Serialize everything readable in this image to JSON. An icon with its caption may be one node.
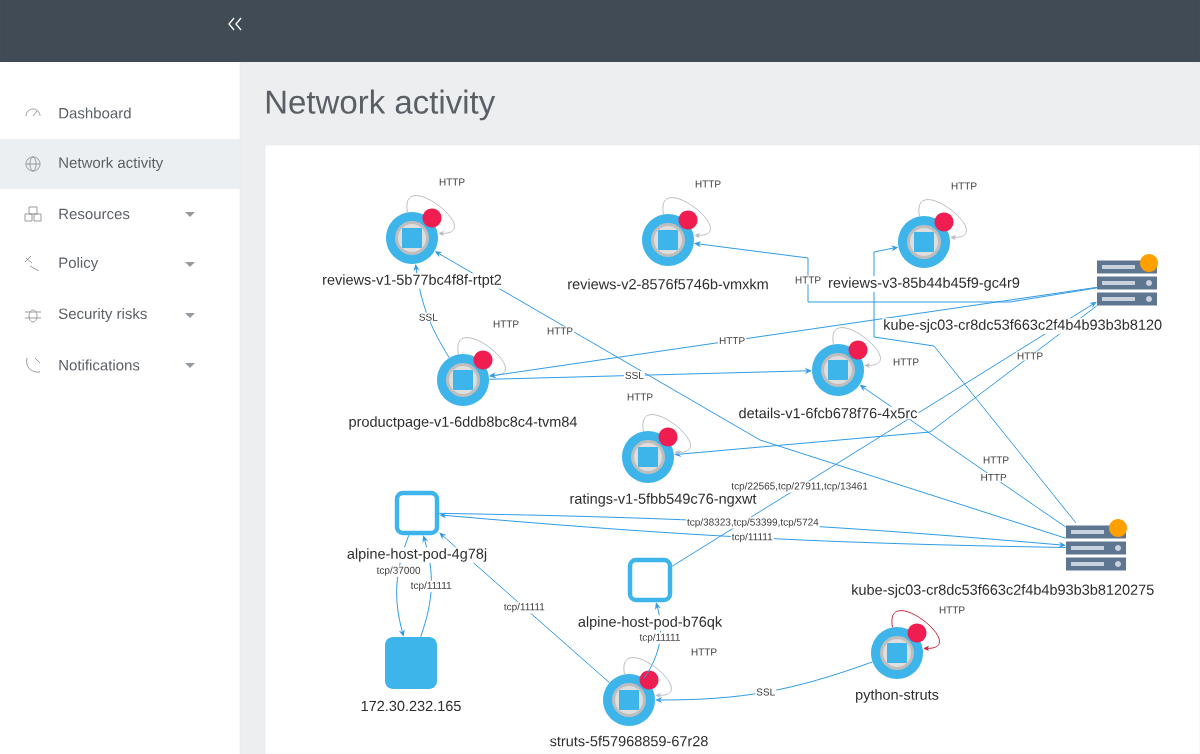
{
  "diagram": {
    "title": "Network activity",
    "nodes": [
      {
        "text": [
          "reviews-v1-5b77bc4f8f-rtpt2"
        ]
      },
      {
        "text": [
          "reviews-v2-8576f5746b-vmxkm"
        ]
      },
      {
        "text": [
          "reviews-v3-85b44b45f9-gc4r9"
        ]
      },
      {
        "text": [
          "kube-sjc03-cr8dc53f663c2f4b4b93b3b8120"
        ]
      },
      {
        "text": [
          "productpage-v1-6ddb8bc8c4-tvm84"
        ]
      },
      {
        "text": [
          "details-v1-6fcb678f76-4x5rc"
        ]
      },
      {
        "text": [
          "ratings-v1-5fbb549c76-ngxwt"
        ]
      },
      {
        "text": [
          "alpine-host-pod-4g78j"
        ]
      },
      {
        "text": [
          "alpine-host-pod-b76qk"
        ]
      },
      {
        "text": [
          "kube-sjc03-cr8dc53f663c2f4b4b93b3b8120275"
        ]
      },
      {
        "text": [
          "172.30.232.165"
        ]
      },
      {
        "text": [
          "python-struts"
        ]
      },
      {
        "text": [
          "struts-5f57968859-67r28"
        ]
      }
    ],
    "edges": [
      {
        "from": 0,
        "to": 0,
        "arrow": "to",
        "label": "HTTP",
        "color": "#b9bec4"
      },
      {
        "from": 1,
        "to": 1,
        "arrow": "to",
        "label": "HTTP",
        "color": "#b9bec4"
      },
      {
        "from": 2,
        "to": 2,
        "arrow": "to",
        "label": "HTTP",
        "color": "#b9bec4"
      },
      {
        "from": 3,
        "to": 1,
        "arrow": "to",
        "label": "HTTP"
      },
      {
        "from": 4,
        "to": 0,
        "arrow": "to",
        "label": "SSL"
      },
      {
        "from": 4,
        "to": 4,
        "arrow": "to",
        "label": "HTTP",
        "color": "#b9bec4"
      },
      {
        "from": 3,
        "to": 4,
        "arrow": "to",
        "label": "HTTP"
      },
      {
        "from": 4,
        "to": 5,
        "arrow": "to",
        "label": "SSL"
      },
      {
        "from": 5,
        "to": 5,
        "arrow": "to",
        "label": "HTTP",
        "color": "#b9bec4"
      },
      {
        "from": 3,
        "to": 6,
        "arrow": "to",
        "label": "HTTP"
      },
      {
        "from": 9,
        "to": 0,
        "arrow": "to",
        "label": "HTTP"
      },
      {
        "from": 9,
        "to": 2,
        "arrow": "to",
        "label": "HTTP"
      },
      {
        "from": 6,
        "to": 6,
        "arrow": "to",
        "label": "HTTP",
        "color": "#b9bec4"
      },
      {
        "from": 8,
        "to": 3,
        "arrow": "to",
        "label": "tcp/22565,tcp/27911,tcp/13461"
      },
      {
        "from": 9,
        "to": 5,
        "arrow": "to",
        "label": "HTTP"
      },
      {
        "from": 7,
        "to": 9,
        "arrow": "to",
        "label": "tcp/38323,tcp/53399,tcp/5724"
      },
      {
        "from": 9,
        "to": 7,
        "arrow": "to",
        "label": "tcp/11111"
      },
      {
        "from": 7,
        "to": 10,
        "arrow": "to",
        "label": "tcp/37000"
      },
      {
        "from": 10,
        "to": 7,
        "arrow": "to",
        "label": "tcp/11111"
      },
      {
        "from": 12,
        "to": 7,
        "arrow": "to",
        "label": "tcp/11111"
      },
      {
        "from": 12,
        "to": 8,
        "arrow": "to",
        "label": "tcp/11111"
      },
      {
        "from": 12,
        "to": 12,
        "arrow": "to",
        "label": "HTTP",
        "color": "#b9bec4"
      },
      {
        "from": 11,
        "to": 11,
        "arrow": "to",
        "label": "HTTP",
        "color": "#c62a3a"
      },
      {
        "from": 11,
        "to": 12,
        "arrow": "to",
        "label": "SSL"
      }
    ],
    "labels": [
      "Dashboard",
      "Network activity",
      "Resources",
      "Policy",
      "Security risks",
      "Notifications"
    ]
  }
}
